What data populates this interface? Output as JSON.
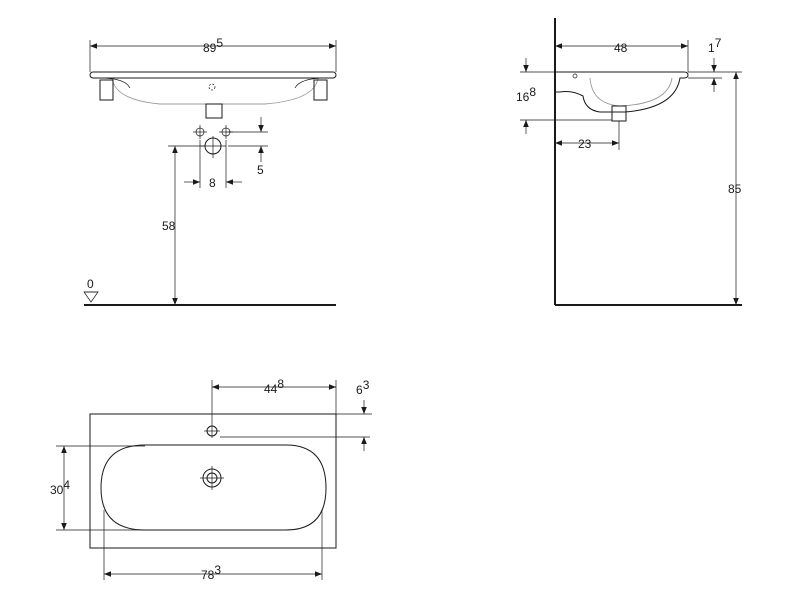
{
  "front_view": {
    "width": {
      "main": "89",
      "sup": "5"
    },
    "height_from_floor": "58",
    "outlet_spacing": "8",
    "outlet_offset": "5",
    "floor_level": "0"
  },
  "side_view": {
    "depth": "48",
    "rim_thickness": {
      "main": "1",
      "sup": "7"
    },
    "bowl_depth": {
      "main": "16",
      "sup": "8"
    },
    "drain_offset": "23",
    "mounting_height": "85"
  },
  "top_view": {
    "tap_hole_offset": {
      "main": "44",
      "sup": "8"
    },
    "tap_hole_from_wall": {
      "main": "6",
      "sup": "3"
    },
    "bowl_depth": {
      "main": "30",
      "sup": "4"
    },
    "bowl_width": {
      "main": "78",
      "sup": "3"
    }
  }
}
